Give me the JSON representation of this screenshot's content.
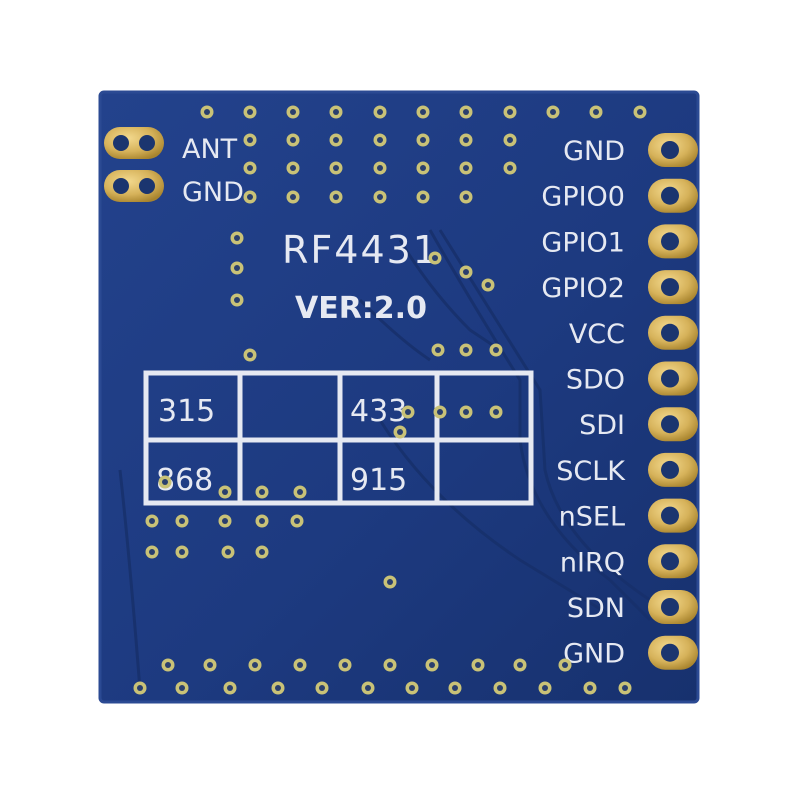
{
  "board": {
    "model": "RF4431",
    "version": "VER:2.0",
    "left_pads": [
      "ANT",
      "GND"
    ],
    "right_pads": [
      "GND",
      "GPIO0",
      "GPIO1",
      "GPIO2",
      "VCC",
      "SDO",
      "SDI",
      "SCLK",
      "nSEL",
      "nIRQ",
      "SDN",
      "GND"
    ],
    "frequency_boxes": [
      "315",
      "433",
      "",
      "868",
      "915",
      ""
    ]
  },
  "colors": {
    "background": "#ffffff",
    "pcb": "#1e3b82",
    "pcb_dark": "#142c66",
    "silkscreen": "#e6e9f2",
    "pad_gold": "#d6b25a",
    "via": "#c9c277"
  }
}
